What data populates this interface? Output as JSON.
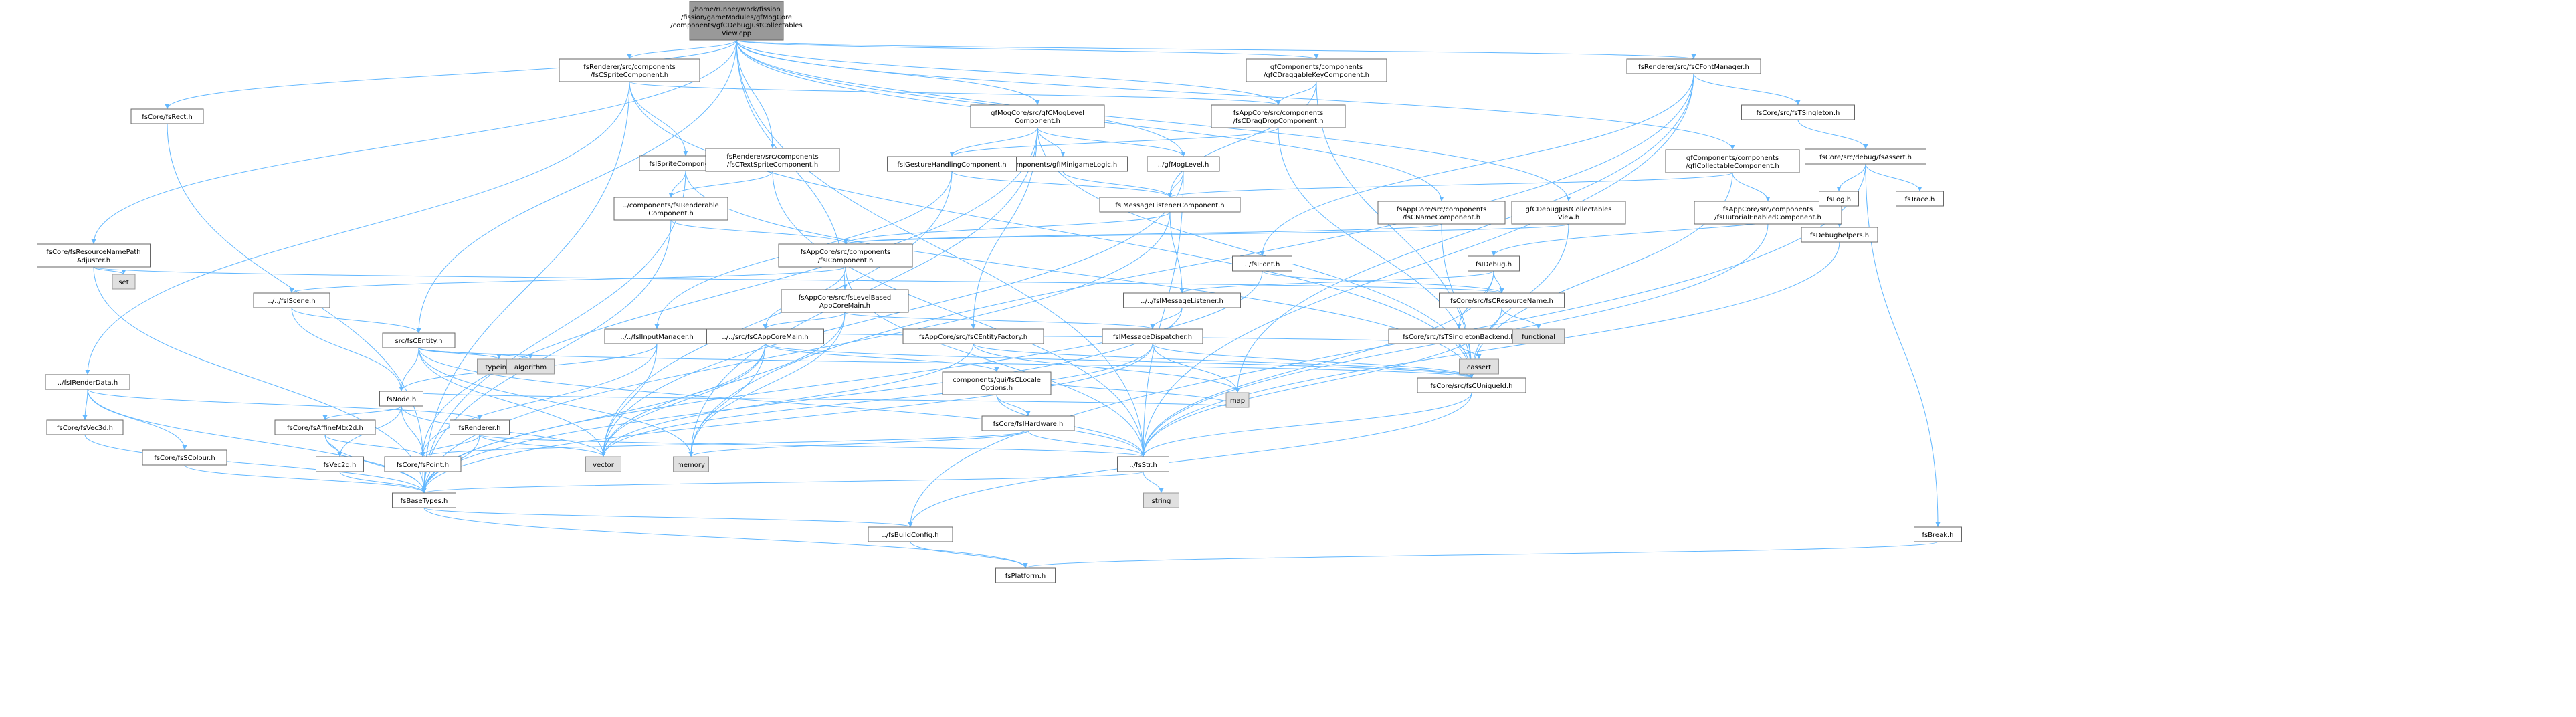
{
  "root": "/home/runner/work/fission/fission/gameModules/gfMogCore/components/gfCDebugJustCollectables/View.cpp",
  "nodes": [
    {
      "id": "root",
      "label": [
        "/home/runner/work/fission",
        "/fission/gameModules/gfMogCore",
        "/components/gfCDebugJustCollectables",
        "View.cpp"
      ],
      "kind": "root"
    },
    {
      "id": "fsRectCore",
      "label": [
        "fsCore/fsRect.h"
      ]
    },
    {
      "id": "fsResNamePath",
      "label": [
        "fsCore/fsResourceNamePath",
        "Adjuster.h"
      ]
    },
    {
      "id": "setH",
      "label": [
        "set"
      ],
      "kind": "ext"
    },
    {
      "id": "fsCSprite",
      "label": [
        "fsRenderer/src/components",
        "/fsCSpriteComponent.h"
      ]
    },
    {
      "id": "fsSpriteComp",
      "label": [
        "fsISpriteComponent.h"
      ]
    },
    {
      "id": "fsRenderable",
      "label": [
        "../components/fsIRenderable",
        "Component.h"
      ]
    },
    {
      "id": "fsRenderData",
      "label": [
        "../fsIRenderData.h"
      ]
    },
    {
      "id": "fsVec3d",
      "label": [
        "fsCore/fsVec3d.h"
      ]
    },
    {
      "id": "fsSColour",
      "label": [
        "fsCore/fsSColour.h"
      ]
    },
    {
      "id": "fsRendererH",
      "label": [
        "fsRenderer.h"
      ]
    },
    {
      "id": "fsCTextSprite",
      "label": [
        "fsRenderer/src/components",
        "/fsCTextSpriteComponent.h"
      ]
    },
    {
      "id": "gfMogLevelComp",
      "label": [
        "gfMogCore/src/gfCMogLevel",
        "Component.h"
      ]
    },
    {
      "id": "gfMinigameLogic",
      "label": [
        "components/gfIMinigameLogic.h"
      ]
    },
    {
      "id": "gfMogLevel",
      "label": [
        "../gfMogLevel.h"
      ]
    },
    {
      "id": "fsGesture",
      "label": [
        "fsIGestureHandlingComponent.h"
      ]
    },
    {
      "id": "fsMsgListenerComp",
      "label": [
        "fsIMessageListenerComponent.h"
      ]
    },
    {
      "id": "fsInputManager",
      "label": [
        "../../fsIInputManager.h"
      ]
    },
    {
      "id": "fsIComponent",
      "label": [
        "fsAppCore/src/components",
        "/fsIComponent.h"
      ]
    },
    {
      "id": "fsIScene",
      "label": [
        "../../fsIScene.h"
      ]
    },
    {
      "id": "fsCEntity",
      "label": [
        "src/fsCEntity.h"
      ]
    },
    {
      "id": "typeinfo",
      "label": [
        "typeinfo"
      ],
      "kind": "ext"
    },
    {
      "id": "algorithm",
      "label": [
        "algorithm"
      ],
      "kind": "ext"
    },
    {
      "id": "fsNode",
      "label": [
        "fsNode.h"
      ]
    },
    {
      "id": "fsAffine",
      "label": [
        "fsCore/fsAffineMtx2d.h"
      ]
    },
    {
      "id": "fsVec2d",
      "label": [
        "fsVec2d.h"
      ]
    },
    {
      "id": "fsPoint",
      "label": [
        "fsCore/fsPoint.h"
      ]
    },
    {
      "id": "vector",
      "label": [
        "vector"
      ],
      "kind": "ext"
    },
    {
      "id": "memory",
      "label": [
        "memory"
      ],
      "kind": "ext"
    },
    {
      "id": "fsBaseTypes",
      "label": [
        "fsBaseTypes.h"
      ]
    },
    {
      "id": "fsBuildConfig",
      "label": [
        "../fsBuildConfig.h"
      ]
    },
    {
      "id": "fsPlatform",
      "label": [
        "fsPlatform.h"
      ]
    },
    {
      "id": "fsStr",
      "label": [
        "../fsStr.h"
      ]
    },
    {
      "id": "stringH",
      "label": [
        "string"
      ],
      "kind": "ext"
    },
    {
      "id": "fsLevelBased",
      "label": [
        "fsAppCore/src/fsLevelBased",
        "AppCoreMain.h"
      ]
    },
    {
      "id": "fsCAppCoreMain",
      "label": [
        "../../src/fsCAppCoreMain.h"
      ]
    },
    {
      "id": "guiLocale",
      "label": [
        "components/gui/fsCLocale",
        "Options.h"
      ]
    },
    {
      "id": "fsHardware",
      "label": [
        "fsCore/fsIHardware.h"
      ]
    },
    {
      "id": "fsEntityFactory",
      "label": [
        "fsAppCore/src/fsCEntityFactory.h"
      ]
    },
    {
      "id": "fsMsgDispatcher",
      "label": [
        "fsIMessageDispatcher.h"
      ]
    },
    {
      "id": "mapH",
      "label": [
        "map"
      ],
      "kind": "ext"
    },
    {
      "id": "fsMsgListener",
      "label": [
        "../../fsIMessageListener.h"
      ]
    },
    {
      "id": "fsSingletonBackend",
      "label": [
        "fsCore/src/fsTSingletonBackend.h"
      ]
    },
    {
      "id": "cassert",
      "label": [
        "cassert"
      ],
      "kind": "ext"
    },
    {
      "id": "fsUniqueId",
      "label": [
        "fsCore/src/fsCUniqueId.h"
      ]
    },
    {
      "id": "fsResourceName",
      "label": [
        "fsCore/src/fsCResourceName.h"
      ]
    },
    {
      "id": "functional",
      "label": [
        "functional"
      ],
      "kind": "ext"
    },
    {
      "id": "fsDebug",
      "label": [
        "fsIDebug.h"
      ]
    },
    {
      "id": "fsIFont",
      "label": [
        "../fsIFont.h"
      ]
    },
    {
      "id": "gfDraggableKey",
      "label": [
        "gfComponents/components",
        "/gfCDraggableKeyComponent.h"
      ]
    },
    {
      "id": "fsDragDrop",
      "label": [
        "fsAppCore/src/components",
        "/fsCDragDropComponent.h"
      ]
    },
    {
      "id": "fsNameComp",
      "label": [
        "fsAppCore/src/components",
        "/fsCNameComponent.h"
      ]
    },
    {
      "id": "gfDebugView",
      "label": [
        "gfCDebugJustCollectables",
        "View.h"
      ]
    },
    {
      "id": "gfCollectable",
      "label": [
        "gfComponents/components",
        "/gfICollectableComponent.h"
      ]
    },
    {
      "id": "fsTutorial",
      "label": [
        "fsAppCore/src/components",
        "/fsITutorialEnabledComponent.h"
      ]
    },
    {
      "id": "fsFontManager",
      "label": [
        "fsRenderer/src/fsCFontManager.h"
      ]
    },
    {
      "id": "fsTSingleton",
      "label": [
        "fsCore/src/fsTSingleton.h"
      ]
    },
    {
      "id": "fsAssert",
      "label": [
        "fsCore/src/debug/fsAssert.h"
      ]
    },
    {
      "id": "fsLog",
      "label": [
        "fsLog.h"
      ]
    },
    {
      "id": "fsDebugHelpers",
      "label": [
        "fsDebughelpers.h"
      ]
    },
    {
      "id": "fsTrace",
      "label": [
        "fsTrace.h"
      ]
    },
    {
      "id": "fsBreak",
      "label": [
        "fsBreak.h"
      ]
    }
  ],
  "edges": [
    [
      "root",
      "fsRectCore"
    ],
    [
      "root",
      "fsResNamePath"
    ],
    [
      "root",
      "fsCSprite"
    ],
    [
      "root",
      "fsCTextSprite"
    ],
    [
      "root",
      "gfMogLevelComp"
    ],
    [
      "root",
      "gfMogLevel"
    ],
    [
      "root",
      "fsCEntity"
    ],
    [
      "root",
      "fsLevelBased"
    ],
    [
      "root",
      "gfDraggableKey"
    ],
    [
      "root",
      "fsDragDrop"
    ],
    [
      "root",
      "fsNameComp"
    ],
    [
      "root",
      "gfDebugView"
    ],
    [
      "root",
      "gfCollectable"
    ],
    [
      "root",
      "fsFontManager"
    ],
    [
      "root",
      "fsStr"
    ],
    [
      "fsRectCore",
      "fsPoint"
    ],
    [
      "fsResNamePath",
      "setH"
    ],
    [
      "fsResNamePath",
      "fsResourceName"
    ],
    [
      "fsResNamePath",
      "fsBaseTypes"
    ],
    [
      "fsCSprite",
      "fsSpriteComp"
    ],
    [
      "fsCSprite",
      "fsRenderData"
    ],
    [
      "fsCSprite",
      "fsDragDrop"
    ],
    [
      "fsCSprite",
      "fsUniqueId"
    ],
    [
      "fsCSprite",
      "fsBaseTypes"
    ],
    [
      "fsSpriteComp",
      "fsRenderable"
    ],
    [
      "fsSpriteComp",
      "fsUniqueId"
    ],
    [
      "fsSpriteComp",
      "fsBaseTypes"
    ],
    [
      "fsRenderable",
      "fsIComponent"
    ],
    [
      "fsRenderable",
      "fsBaseTypes"
    ],
    [
      "fsRenderData",
      "fsVec3d"
    ],
    [
      "fsRenderData",
      "fsSColour"
    ],
    [
      "fsRenderData",
      "fsRendererH"
    ],
    [
      "fsRenderData",
      "fsBaseTypes"
    ],
    [
      "fsVec3d",
      "fsBaseTypes"
    ],
    [
      "fsSColour",
      "fsBaseTypes"
    ],
    [
      "fsRendererH",
      "fsPoint"
    ],
    [
      "fsRendererH",
      "vector"
    ],
    [
      "fsRendererH",
      "fsBaseTypes"
    ],
    [
      "fsRendererH",
      "fsStr"
    ],
    [
      "fsCTextSprite",
      "fsRenderable"
    ],
    [
      "fsCTextSprite",
      "fsStr"
    ],
    [
      "gfMogLevelComp",
      "gfMinigameLogic"
    ],
    [
      "gfMogLevelComp",
      "gfMogLevel"
    ],
    [
      "gfMogLevelComp",
      "fsGesture"
    ],
    [
      "gfMogLevelComp",
      "fsEntityFactory"
    ],
    [
      "gfMogLevelComp",
      "fsPoint"
    ],
    [
      "gfMogLevelComp",
      "memory"
    ],
    [
      "gfMogLevelComp",
      "fsUniqueId"
    ],
    [
      "gfMinigameLogic",
      "fsMsgListenerComp"
    ],
    [
      "gfMogLevel",
      "fsMsgListenerComp"
    ],
    [
      "gfMogLevel",
      "vector"
    ],
    [
      "gfMogLevel",
      "fsStr"
    ],
    [
      "fsGesture",
      "fsMsgListenerComp"
    ],
    [
      "fsGesture",
      "fsInputManager"
    ],
    [
      "fsGesture",
      "vector"
    ],
    [
      "fsMsgListenerComp",
      "fsIComponent"
    ],
    [
      "fsMsgListenerComp",
      "fsMsgListener"
    ],
    [
      "fsMsgListenerComp",
      "fsBaseTypes"
    ],
    [
      "fsInputManager",
      "fsNode"
    ],
    [
      "fsInputManager",
      "fsPoint"
    ],
    [
      "fsInputManager",
      "vector"
    ],
    [
      "fsInputManager",
      "fsSingletonBackend"
    ],
    [
      "fsIComponent",
      "fsIScene"
    ],
    [
      "fsIComponent",
      "fsCAppCoreMain"
    ],
    [
      "fsIComponent",
      "fsStr"
    ],
    [
      "fsIScene",
      "fsNode"
    ],
    [
      "fsIScene",
      "fsCEntity"
    ],
    [
      "fsCEntity",
      "typeinfo"
    ],
    [
      "fsCEntity",
      "algorithm"
    ],
    [
      "fsCEntity",
      "fsNode"
    ],
    [
      "fsCEntity",
      "vector"
    ],
    [
      "fsCEntity",
      "memory"
    ],
    [
      "fsCEntity",
      "fsUniqueId"
    ],
    [
      "fsCEntity",
      "fsStr"
    ],
    [
      "fsNode",
      "fsAffine"
    ],
    [
      "fsNode",
      "fsVec2d"
    ],
    [
      "fsNode",
      "fsPoint"
    ],
    [
      "fsNode",
      "vector"
    ],
    [
      "fsNode",
      "mapH"
    ],
    [
      "fsAffine",
      "fsVec2d"
    ],
    [
      "fsAffine",
      "fsPoint"
    ],
    [
      "fsAffine",
      "fsBaseTypes"
    ],
    [
      "fsVec2d",
      "fsBaseTypes"
    ],
    [
      "fsPoint",
      "fsBaseTypes"
    ],
    [
      "fsBaseTypes",
      "fsBuildConfig"
    ],
    [
      "fsBaseTypes",
      "fsPlatform"
    ],
    [
      "fsBuildConfig",
      "fsPlatform"
    ],
    [
      "fsStr",
      "stringH"
    ],
    [
      "fsStr",
      "fsBaseTypes"
    ],
    [
      "fsLevelBased",
      "fsCAppCoreMain"
    ],
    [
      "fsLevelBased",
      "fsMsgDispatcher"
    ],
    [
      "fsLevelBased",
      "memory"
    ],
    [
      "fsLevelBased",
      "vector"
    ],
    [
      "fsCAppCoreMain",
      "guiLocale"
    ],
    [
      "fsCAppCoreMain",
      "memory"
    ],
    [
      "fsCAppCoreMain",
      "vector"
    ],
    [
      "fsCAppCoreMain",
      "fsUniqueId"
    ],
    [
      "fsCAppCoreMain",
      "fsBaseTypes"
    ],
    [
      "guiLocale",
      "fsHardware"
    ],
    [
      "guiLocale",
      "mapH"
    ],
    [
      "guiLocale",
      "fsStr"
    ],
    [
      "fsHardware",
      "fsPoint"
    ],
    [
      "fsHardware",
      "memory"
    ],
    [
      "fsHardware",
      "fsStr"
    ],
    [
      "fsEntityFactory",
      "mapH"
    ],
    [
      "fsEntityFactory",
      "vector"
    ],
    [
      "fsEntityFactory",
      "fsUniqueId"
    ],
    [
      "fsMsgDispatcher",
      "mapH"
    ],
    [
      "fsMsgDispatcher",
      "vector"
    ],
    [
      "fsMsgDispatcher",
      "fsBaseTypes"
    ],
    [
      "fsMsgDispatcher",
      "fsUniqueId"
    ],
    [
      "fsMsgListener",
      "fsMsgDispatcher"
    ],
    [
      "fsMsgListener",
      "fsBaseTypes"
    ],
    [
      "fsSingletonBackend",
      "cassert"
    ],
    [
      "fsUniqueId",
      "fsBuildConfig"
    ],
    [
      "fsUniqueId",
      "fsStr"
    ],
    [
      "fsResourceName",
      "functional"
    ],
    [
      "fsResourceName",
      "fsStr"
    ],
    [
      "fsDebug",
      "fsMsgListener"
    ],
    [
      "fsDebug",
      "fsResourceName"
    ],
    [
      "fsDebug",
      "fsSingletonBackend"
    ],
    [
      "fsDebug",
      "fsStr"
    ],
    [
      "fsIFont",
      "fsResourceName"
    ],
    [
      "fsIFont",
      "fsBaseTypes"
    ],
    [
      "gfDraggableKey",
      "fsDragDrop"
    ],
    [
      "gfDraggableKey",
      "fsMsgListenerComp"
    ],
    [
      "gfDraggableKey",
      "fsUniqueId"
    ],
    [
      "fsDragDrop",
      "fsGesture"
    ],
    [
      "fsDragDrop",
      "fsUniqueId"
    ],
    [
      "fsNameComp",
      "fsIComponent"
    ],
    [
      "fsNameComp",
      "fsUniqueId"
    ],
    [
      "gfDebugView",
      "fsIComponent"
    ],
    [
      "gfDebugView",
      "fsUniqueId"
    ],
    [
      "gfCollectable",
      "fsMsgListenerComp"
    ],
    [
      "gfCollectable",
      "fsTutorial"
    ],
    [
      "gfCollectable",
      "fsUniqueId"
    ],
    [
      "fsTutorial",
      "fsStr"
    ],
    [
      "fsFontManager",
      "fsTSingleton"
    ],
    [
      "fsFontManager",
      "fsIFont"
    ],
    [
      "fsFontManager",
      "mapH"
    ],
    [
      "fsFontManager",
      "memory"
    ],
    [
      "fsFontManager",
      "fsStr"
    ],
    [
      "fsTSingleton",
      "fsAssert"
    ],
    [
      "fsAssert",
      "fsLog"
    ],
    [
      "fsAssert",
      "fsTrace"
    ],
    [
      "fsAssert",
      "fsBreak"
    ],
    [
      "fsAssert",
      "fsBuildConfig"
    ],
    [
      "fsLog",
      "fsDebugHelpers"
    ],
    [
      "fsLog",
      "fsDebug"
    ],
    [
      "fsDebugHelpers",
      "fsStr"
    ],
    [
      "fsBreak",
      "fsPlatform"
    ]
  ]
}
